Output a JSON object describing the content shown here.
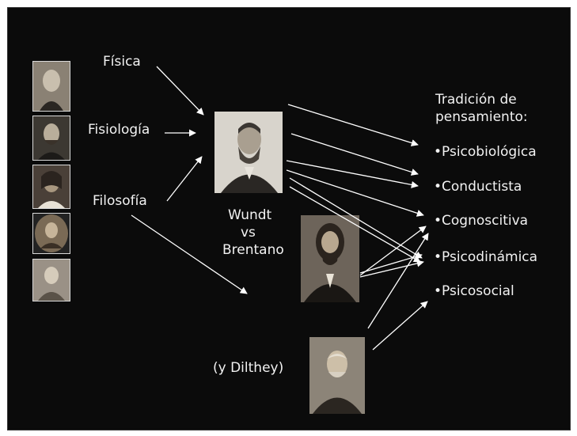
{
  "sources": {
    "fisica": "Física",
    "fisiologia": "Fisiología",
    "filosofia": "Filosofía"
  },
  "center": {
    "wundt": "Wundt",
    "vs": "vs",
    "brentano": "Brentano",
    "dilthey": "(y Dilthey)"
  },
  "traditions": {
    "heading_line1": "Tradición de",
    "heading_line2": "pensamiento:",
    "items": [
      "•Psicobiológica",
      "•Conductista",
      "•Cognoscitiva",
      "•Psicodinámica",
      "•Psicosocial"
    ]
  },
  "colors": {
    "background": "#0b0b0b",
    "text": "#f2f2f2",
    "arrow": "#ffffff"
  }
}
